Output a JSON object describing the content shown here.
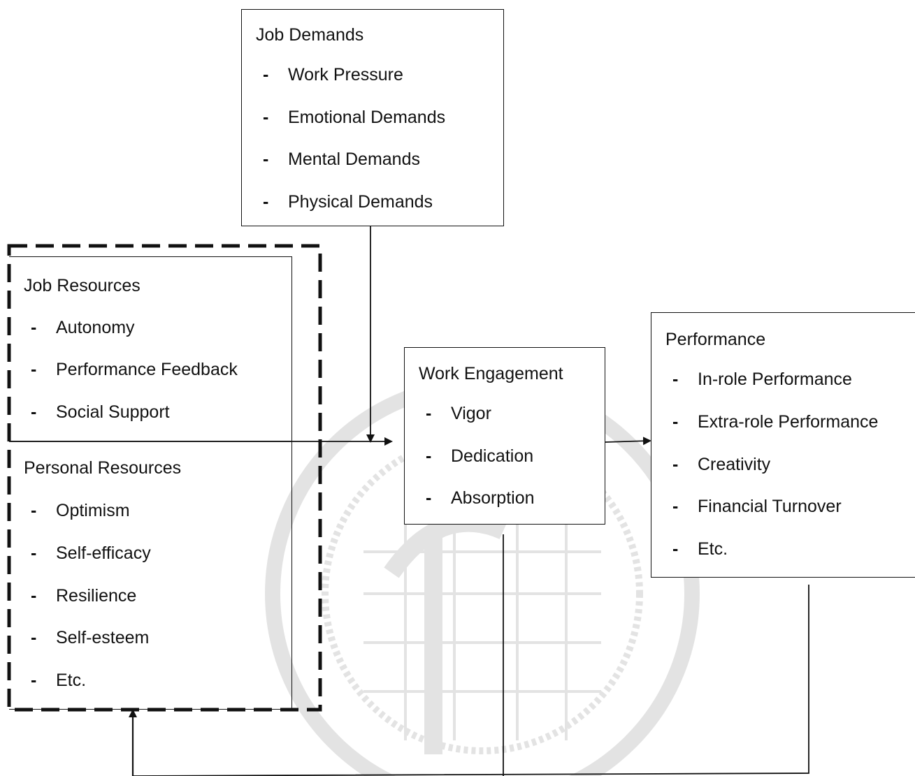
{
  "job_demands": {
    "title": "Job Demands",
    "items": [
      "Work Pressure",
      "Emotional Demands",
      "Mental Demands",
      "Physical Demands"
    ]
  },
  "job_resources": {
    "title": "Job Resources",
    "items": [
      "Autonomy",
      "Performance Feedback",
      "Social Support"
    ]
  },
  "personal_resources": {
    "title": "Personal Resources",
    "items": [
      "Optimism",
      "Self-efficacy",
      "Resilience",
      "Self-esteem",
      "Etc."
    ]
  },
  "work_engagement": {
    "title": "Work Engagement",
    "items": [
      "Vigor",
      "Dedication",
      "Absorption"
    ]
  },
  "performance": {
    "title": "Performance",
    "items": [
      "In-role Performance",
      "Extra-role Performance",
      "Creativity",
      "Financial Turnover",
      "Etc."
    ]
  },
  "bullet": "-",
  "colors": {
    "line": "#111111",
    "watermark": "#d9d9d9"
  }
}
